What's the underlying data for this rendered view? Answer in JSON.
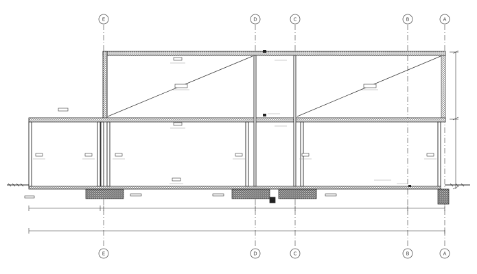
{
  "grid_axes": [
    {
      "id": "axis-e-top",
      "label": "E"
    },
    {
      "id": "axis-d-top",
      "label": "D"
    },
    {
      "id": "axis-c-top",
      "label": "C"
    },
    {
      "id": "axis-b-top",
      "label": "B"
    },
    {
      "id": "axis-a-top",
      "label": "A"
    },
    {
      "id": "axis-e-bottom",
      "label": "E"
    },
    {
      "id": "axis-d-bottom",
      "label": "D"
    },
    {
      "id": "axis-c-bottom",
      "label": "C"
    },
    {
      "id": "axis-b-bottom",
      "label": "B"
    },
    {
      "id": "axis-a-bottom",
      "label": "A"
    }
  ],
  "colors": {
    "line": "#222222",
    "hatch": "#555555",
    "grid": "#555555"
  }
}
